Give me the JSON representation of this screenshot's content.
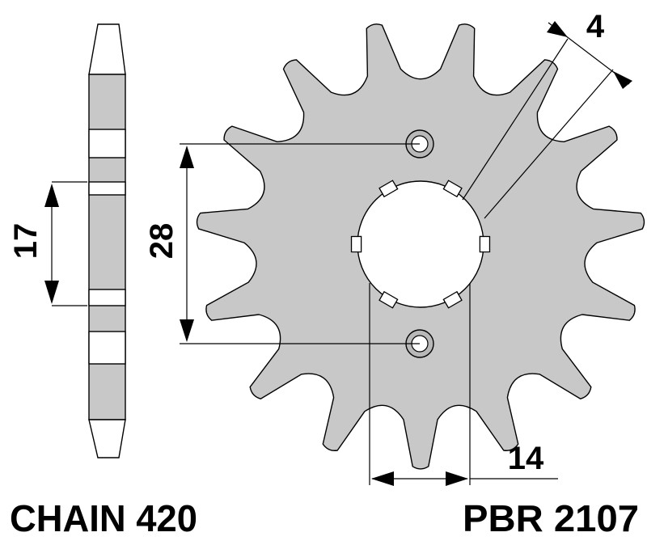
{
  "diagram": {
    "labels": {
      "side_width": "17",
      "hole_spacing": "28",
      "thickness": "4",
      "spline_width": "14",
      "chain": "CHAIN 420",
      "part_number": "PBR 2107"
    },
    "sprocket": {
      "teeth": 15
    },
    "colors": {
      "body_fill": "#c8c8c8",
      "outline": "#000000",
      "background": "#ffffff"
    }
  }
}
